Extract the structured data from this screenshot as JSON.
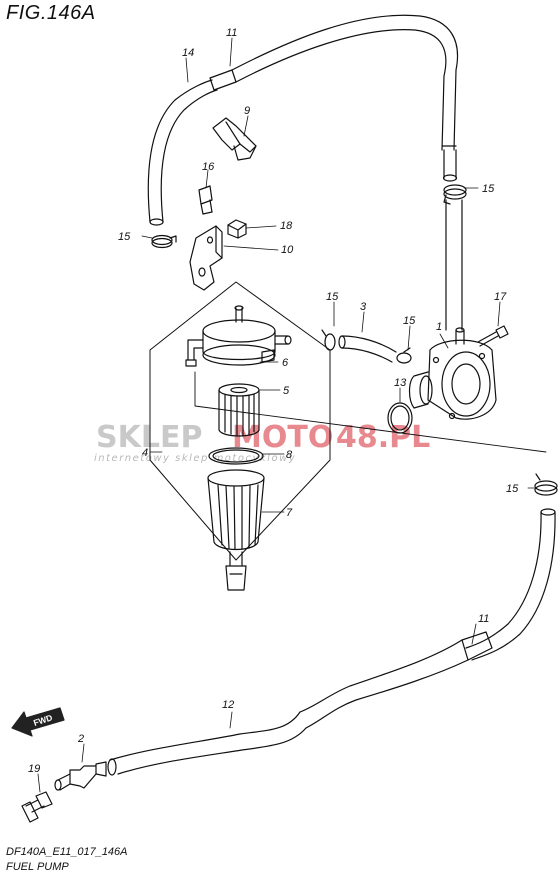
{
  "figure": {
    "title": "FIG.146A",
    "code": "DF140A_E11_017_146A",
    "name": "FUEL PUMP"
  },
  "watermark": {
    "brand_left": "SKLEP",
    "brand_mid": "MOTO",
    "brand_right": "48.PL",
    "tagline": "internetowy sklep motocyklowy",
    "color_gray": "#c9c9c9",
    "color_red": "#e8898f"
  },
  "arrow_label": "FWD",
  "callouts": [
    {
      "id": "c1",
      "label": "1"
    },
    {
      "id": "c2",
      "label": "2"
    },
    {
      "id": "c3",
      "label": "3"
    },
    {
      "id": "c4",
      "label": "4"
    },
    {
      "id": "c5",
      "label": "5"
    },
    {
      "id": "c6",
      "label": "6"
    },
    {
      "id": "c7",
      "label": "7"
    },
    {
      "id": "c8",
      "label": "8"
    },
    {
      "id": "c9",
      "label": "9"
    },
    {
      "id": "c10",
      "label": "10"
    },
    {
      "id": "c11a",
      "label": "11"
    },
    {
      "id": "c11b",
      "label": "11"
    },
    {
      "id": "c12",
      "label": "12"
    },
    {
      "id": "c13",
      "label": "13"
    },
    {
      "id": "c14",
      "label": "14"
    },
    {
      "id": "c15a",
      "label": "15"
    },
    {
      "id": "c15b",
      "label": "15"
    },
    {
      "id": "c15c",
      "label": "15"
    },
    {
      "id": "c15d",
      "label": "15"
    },
    {
      "id": "c15e",
      "label": "15"
    },
    {
      "id": "c16",
      "label": "16"
    },
    {
      "id": "c17",
      "label": "17"
    },
    {
      "id": "c18",
      "label": "18"
    },
    {
      "id": "c19",
      "label": "19"
    }
  ]
}
